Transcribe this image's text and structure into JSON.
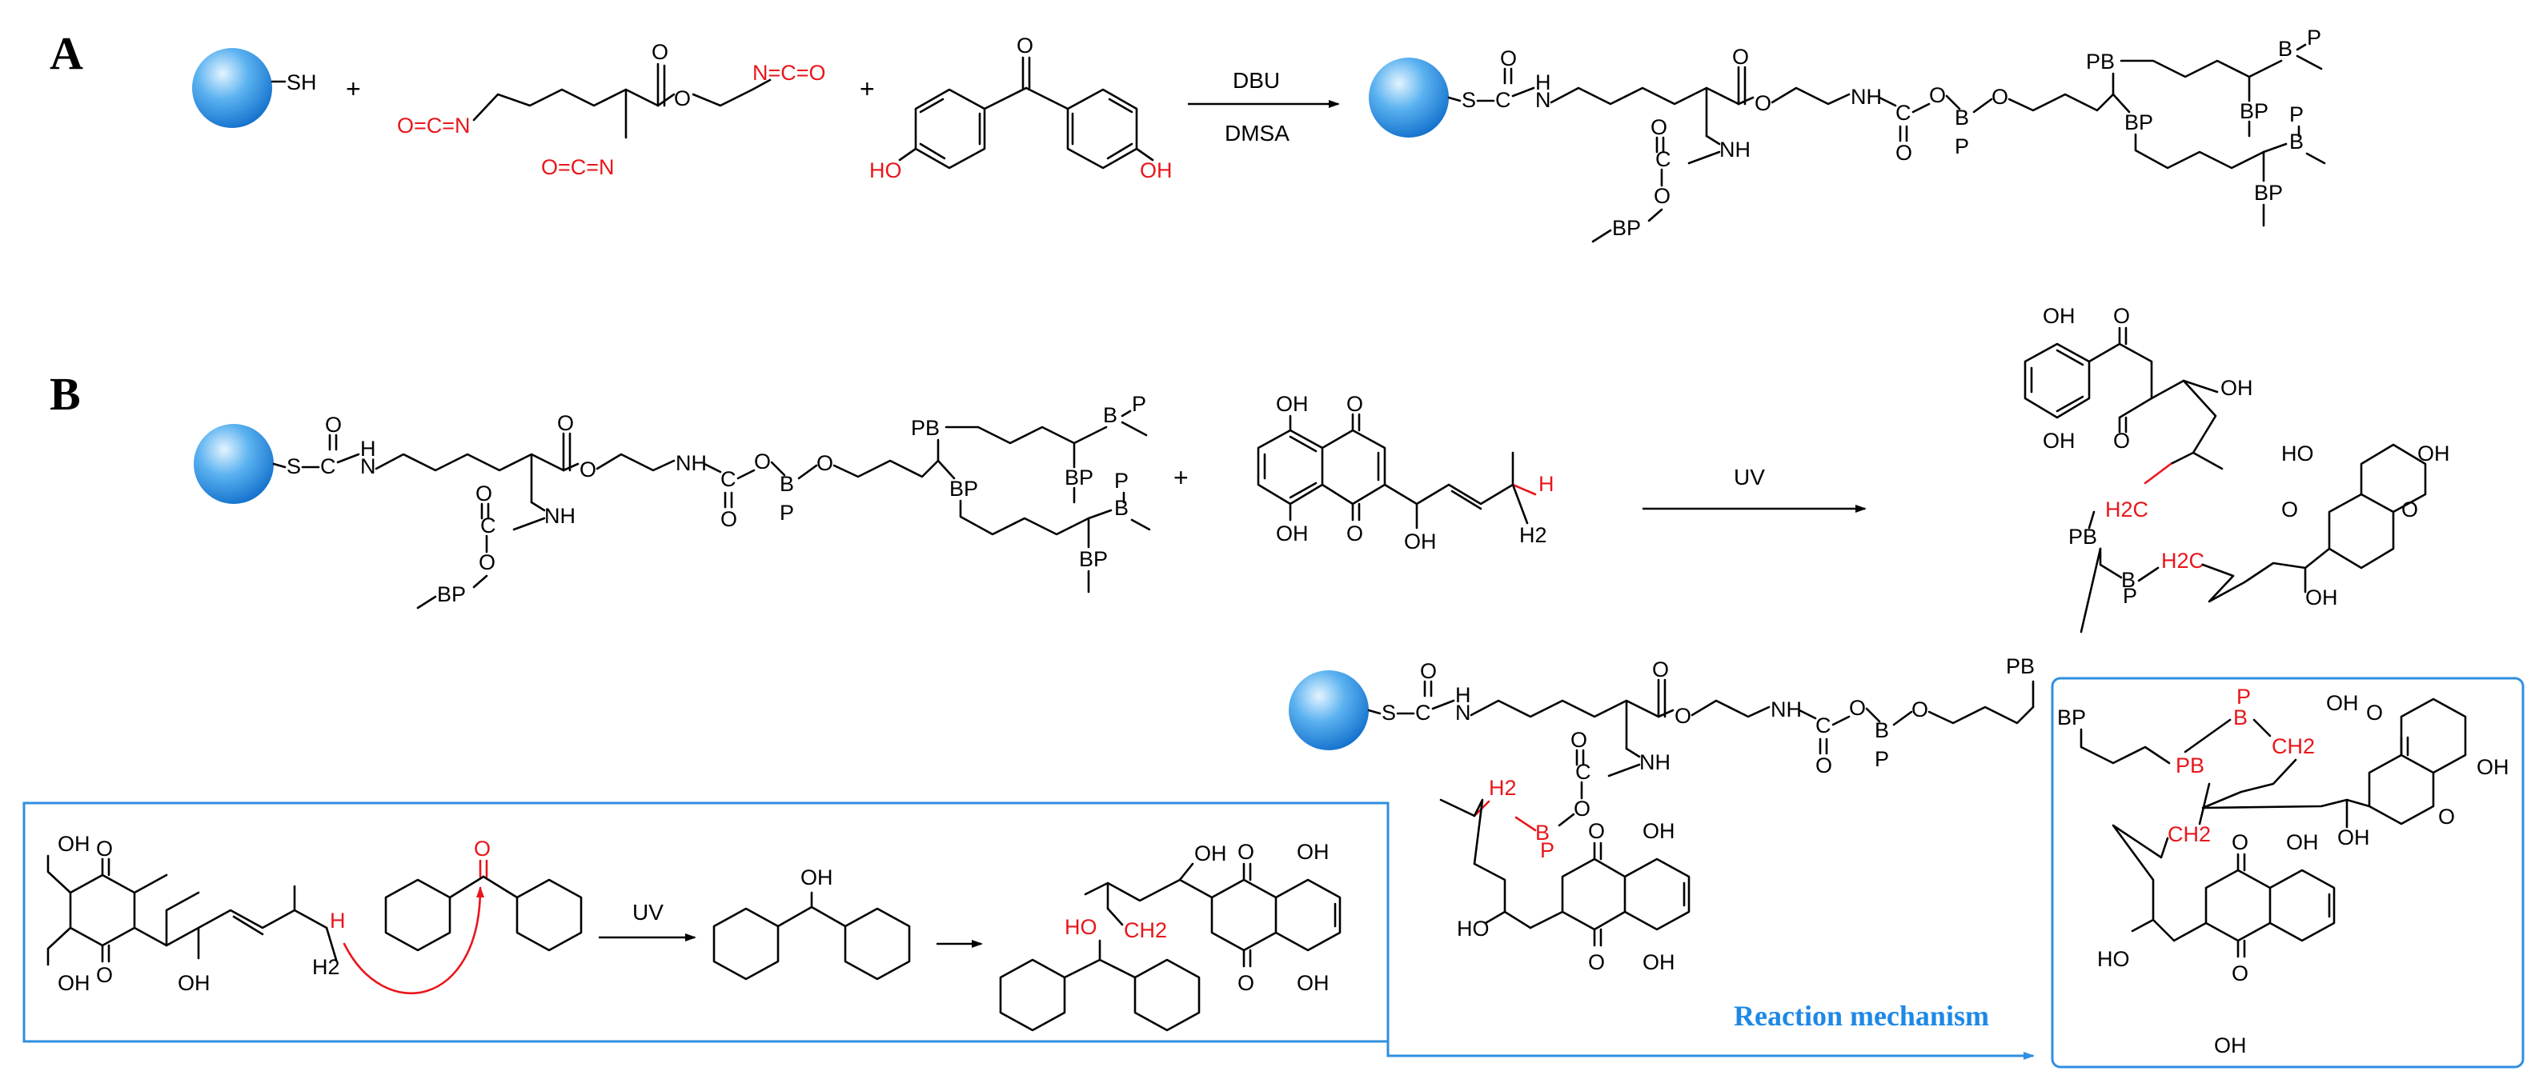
{
  "panels": {
    "a": "A",
    "b": "B"
  },
  "reaction_a": {
    "plus": "+",
    "condition_top": "DBU",
    "condition_bottom": "DMSA"
  },
  "reaction_b": {
    "plus": "+",
    "condition": "UV"
  },
  "mechanism": {
    "title": "Reaction mechanism",
    "arrow_label": "UV"
  },
  "atoms": {
    "sh": "SH",
    "s": "S",
    "c": "C",
    "o": "O",
    "h": "H",
    "n": "N",
    "nh": "NH",
    "oh": "OH",
    "ho": "HO",
    "bp": "BP",
    "pb": "PB",
    "b": "B",
    "p": "P",
    "h2": "H2",
    "ch2": "CH2",
    "h2c": "H2C",
    "isocyanate_left": "O=C=N",
    "isocyanate_right": "N=C=O",
    "isocyanate_mid": "O=C=N",
    "sub2": "2"
  },
  "colors": {
    "bead_light": "#bfe4ff",
    "bead_dark": "#1477d2",
    "frame": "#2f8fe0",
    "highlight": "#e8161b"
  },
  "icons": [
    "polymer-bead",
    "reaction-arrow",
    "electron-transfer-arrow"
  ]
}
